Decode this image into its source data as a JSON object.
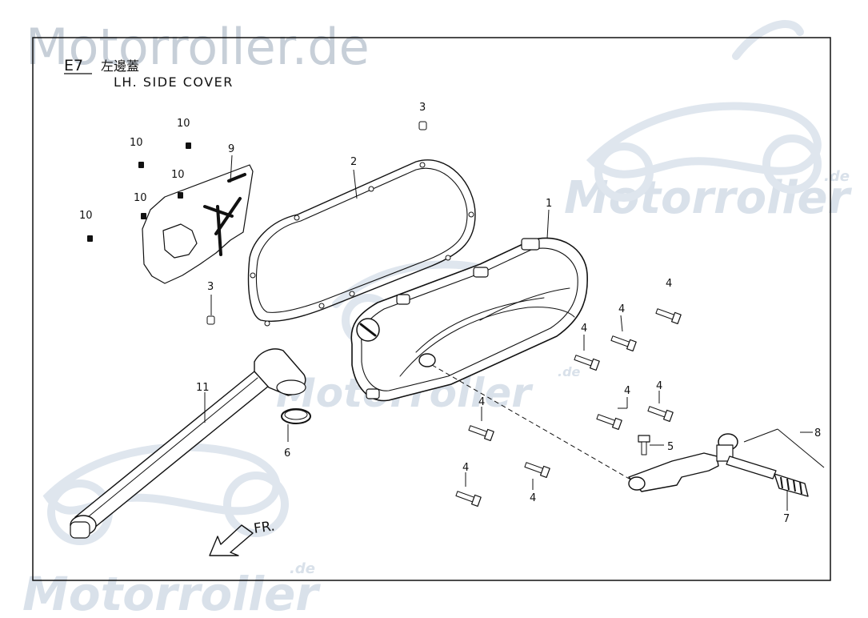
{
  "watermark": {
    "text": "Motorroller.de",
    "brand": "Motorroller",
    "suffix": ".de"
  },
  "header": {
    "code": "E7",
    "title_cn": "左邊蓋",
    "title_en": "LH. SIDE COVER"
  },
  "parts": [
    {
      "id": "p1",
      "label": "1",
      "name": "lh-side-cover"
    },
    {
      "id": "p2",
      "label": "2",
      "name": "cover-gasket"
    },
    {
      "id": "p3a",
      "label": "3",
      "name": "dowel-pin-top"
    },
    {
      "id": "p3b",
      "label": "3",
      "name": "dowel-pin-lower"
    },
    {
      "id": "p4a",
      "label": "4",
      "name": "bolt-4-a"
    },
    {
      "id": "p4b",
      "label": "4",
      "name": "bolt-4-b"
    },
    {
      "id": "p4c",
      "label": "4",
      "name": "bolt-4-c"
    },
    {
      "id": "p4d",
      "label": "4",
      "name": "bolt-4-d"
    },
    {
      "id": "p4e",
      "label": "4",
      "name": "bolt-4-e"
    },
    {
      "id": "p4f",
      "label": "4",
      "name": "bolt-4-f"
    },
    {
      "id": "p4g",
      "label": "4",
      "name": "bolt-4-g"
    },
    {
      "id": "p4h",
      "label": "4",
      "name": "bolt-4-h"
    },
    {
      "id": "p5",
      "label": "5",
      "name": "bolt-5"
    },
    {
      "id": "p6",
      "label": "6",
      "name": "hose-clamp"
    },
    {
      "id": "p7",
      "label": "7",
      "name": "kick-pedal-rubber"
    },
    {
      "id": "p8",
      "label": "8",
      "name": "kick-starter-arm-assy"
    },
    {
      "id": "p9",
      "label": "9",
      "name": "cover-plate"
    },
    {
      "id": "p10a",
      "label": "10",
      "name": "screw-10-a"
    },
    {
      "id": "p10b",
      "label": "10",
      "name": "screw-10-b"
    },
    {
      "id": "p10c",
      "label": "10",
      "name": "screw-10-c"
    },
    {
      "id": "p10d",
      "label": "10",
      "name": "screw-10-d"
    },
    {
      "id": "p10e",
      "label": "10",
      "name": "screw-10-e"
    },
    {
      "id": "p11",
      "label": "11",
      "name": "air-duct-pipe"
    }
  ],
  "direction": {
    "label": "FR."
  }
}
